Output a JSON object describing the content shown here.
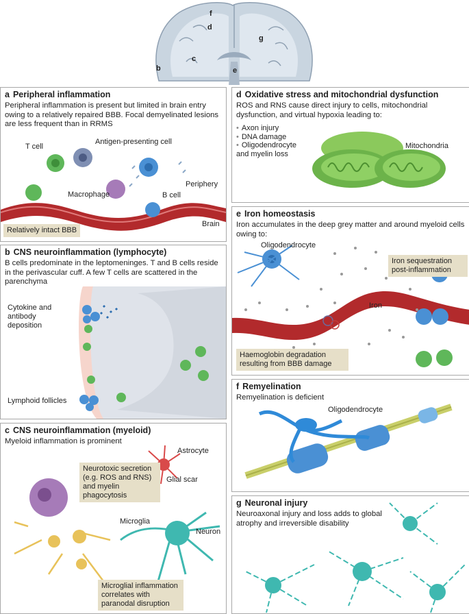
{
  "brain": {
    "labels": [
      "f",
      "d",
      "g",
      "c",
      "b",
      "e"
    ]
  },
  "panel_a": {
    "letter": "a",
    "title": "Peripheral inflammation",
    "desc": "Peripheral inflammation is present but limited in brain entry owing to a relatively repaired BBB. Focal demyelinated lesions are less frequent than in RRMS",
    "t_cell": "T cell",
    "apc": "Antigen-presenting cell",
    "periphery": "Periphery",
    "macrophage": "Macrophage",
    "b_cell": "B cell",
    "brain": "Brain",
    "tag": "Relatively intact BBB"
  },
  "panel_b": {
    "letter": "b",
    "title": "CNS neuroinflammation (lymphocyte)",
    "desc": "B cells predominate in the leptomeninges. T and B cells reside in the perivascular cuff. A few T cells are scattered in the parenchyma",
    "cytokine": "Cytokine and antibody deposition",
    "follicles": "Lymphoid follicles"
  },
  "panel_c": {
    "letter": "c",
    "title": "CNS neuroinflammation (myeloid)",
    "desc": "Myeloid inflammation is prominent",
    "astrocyte": "Astrocyte",
    "glial_scar": "Glial scar",
    "neurotoxic": "Neurotoxic secretion (e.g. ROS and RNS) and myelin phagocytosis",
    "microglia": "Microglia",
    "neuron": "Neuron",
    "tag": "Microglial inflammation correlates with paranodal disruption"
  },
  "panel_d": {
    "letter": "d",
    "title": "Oxidative stress and mitochondrial dysfunction",
    "desc": "ROS and RNS cause direct injury to cells, mitochondrial dysfunction, and virtual hypoxia leading to:",
    "bullets": [
      "Axon injury",
      "DNA damage",
      "Oligodendrocyte and myelin loss"
    ],
    "mito": "Mitochondria"
  },
  "panel_e": {
    "letter": "e",
    "title": "Iron homeostasis",
    "desc": "Iron accumulates in the deep grey matter and around myeloid cells owing to:",
    "oligo": "Oligodendrocyte",
    "tag1": "Iron sequestration post-inflammation",
    "iron": "Iron",
    "tag2": "Haemoglobin degradation resulting from BBB damage"
  },
  "panel_f": {
    "letter": "f",
    "title": "Remyelination",
    "desc": "Remyelination is deficient",
    "oligo": "Oligodendrocyte"
  },
  "panel_g": {
    "letter": "g",
    "title": "Neuronal injury",
    "desc": "Neuroaxonal injury and loss adds to global atrophy and irreversible disability"
  },
  "colors": {
    "bbb": "#b22a2c",
    "tcell": "#5fb75a",
    "bcell": "#4a90d4",
    "microglia": "#e8c25a",
    "neuron": "#3fb8b0",
    "tag": "#e6dfc8",
    "mito": "#7bbf4a"
  }
}
